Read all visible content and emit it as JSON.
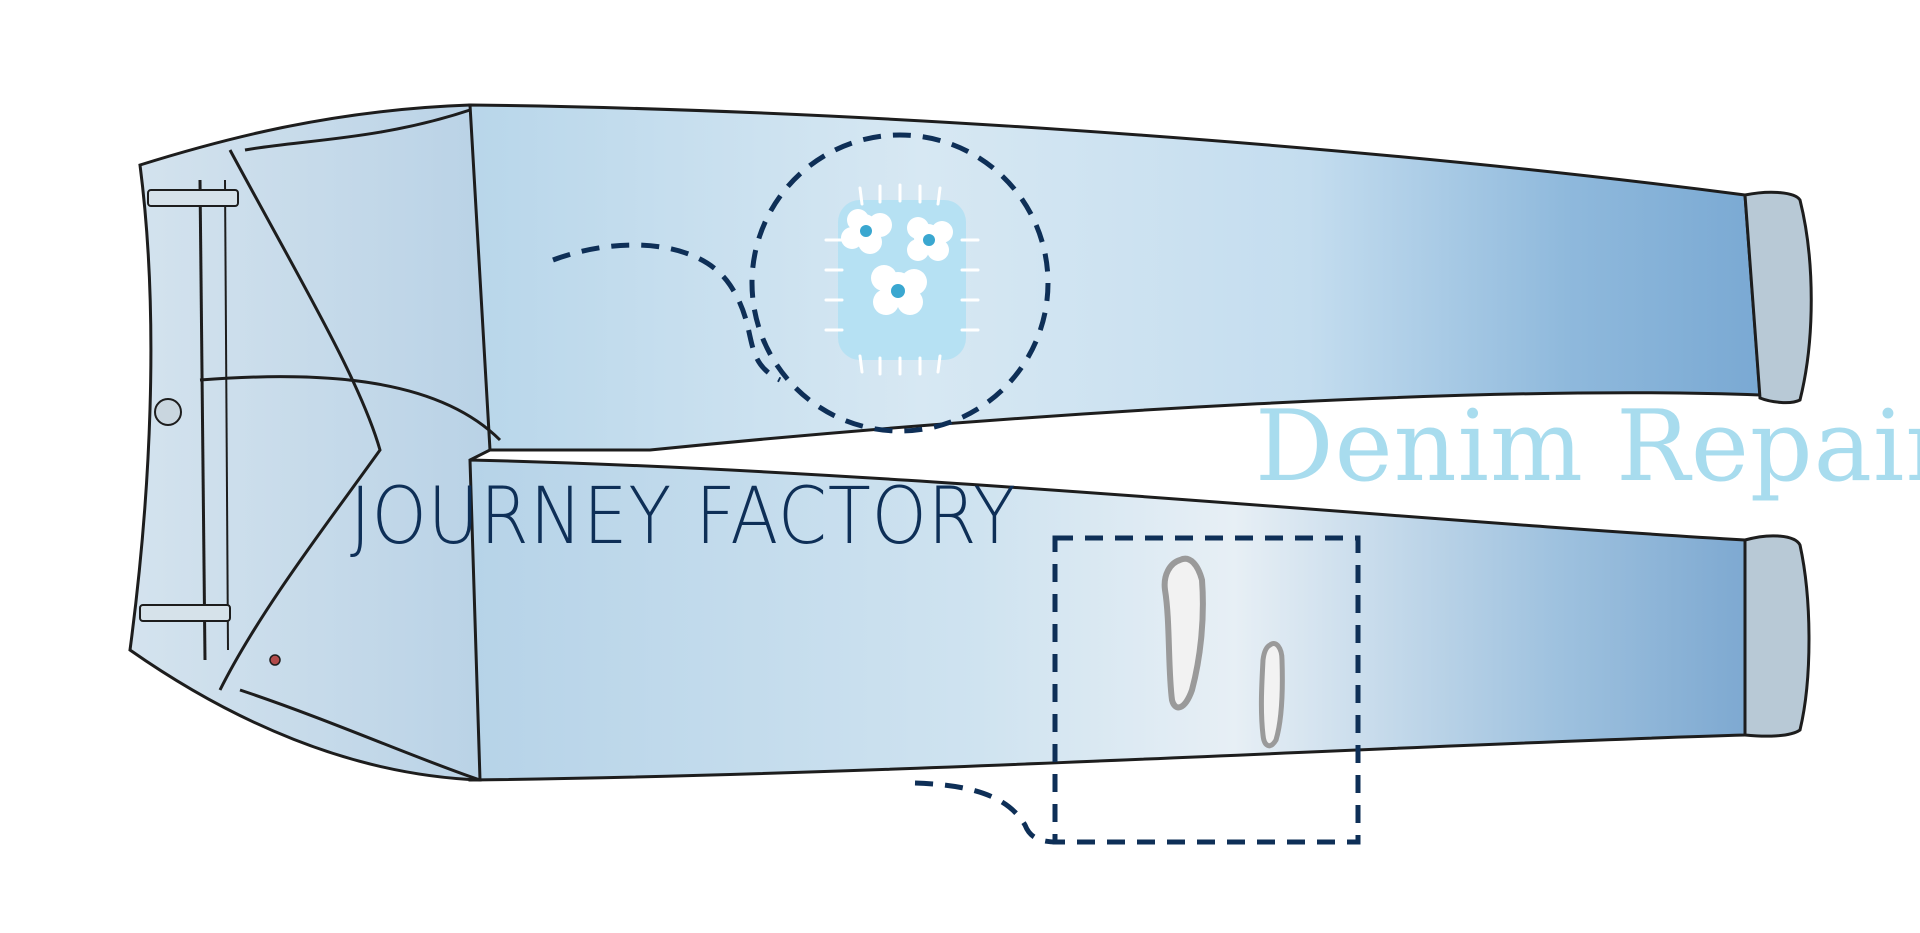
{
  "brand_text": "JOURNEY FACTORY",
  "title_text": "Denim Repair",
  "colors": {
    "brand": "#0e2f57",
    "title": "#a8dcee",
    "denim_light": "#cfe4f1",
    "denim_mid": "#9fc7e2",
    "denim_dark": "#6f9fc7",
    "outline": "#1d1d1d",
    "callout_line": "#0e2f57",
    "patch": "#b6e1f3",
    "flower_center": "#3aa7d0",
    "tear": "#9a9a9a"
  },
  "illustration": {
    "subject": "jeans-watercolor",
    "patch_icon": "flower-patch-icon",
    "tear_icon": "denim-tear-icon"
  }
}
